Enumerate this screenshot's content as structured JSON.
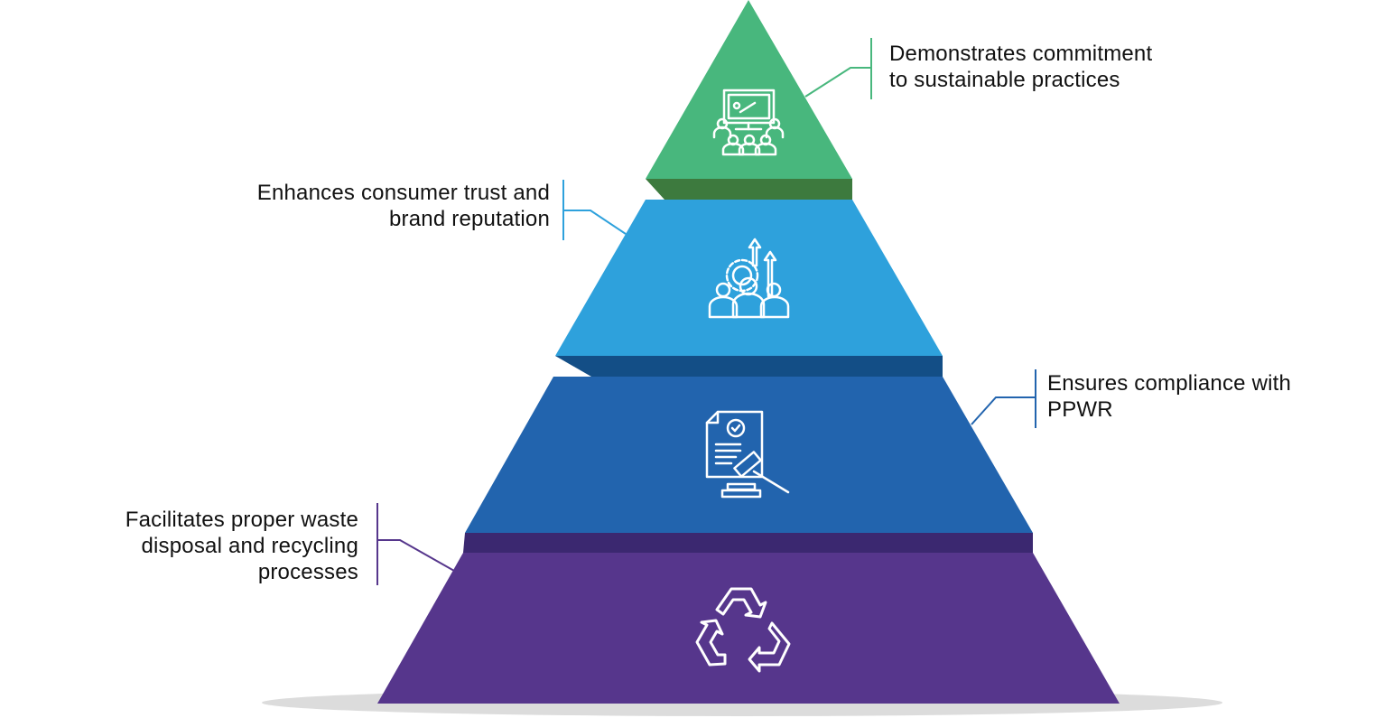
{
  "colors": {
    "level1": "#48B77D",
    "level1_side": "#3D7A3E",
    "level2": "#2EA1DC",
    "level2_side": "#134E86",
    "level3": "#2264AE",
    "level3_side": "#3B2870",
    "level4": "#56368C",
    "shadow": "#DCDCDC"
  },
  "levels": [
    {
      "label_line1": "Demonstrates commitment",
      "label_line2": "to sustainable practices",
      "icon": "presentation-audience-icon"
    },
    {
      "label_line1": "Enhances consumer trust and",
      "label_line2": "brand reputation",
      "icon": "team-growth-gear-icon"
    },
    {
      "label_line1": "Ensures compliance with",
      "label_line2": "PPWR",
      "icon": "legal-document-gavel-icon"
    },
    {
      "label_line1": "Facilitates proper waste",
      "label_line2": "disposal and recycling",
      "label_line3": "processes",
      "icon": "recycle-icon"
    }
  ]
}
